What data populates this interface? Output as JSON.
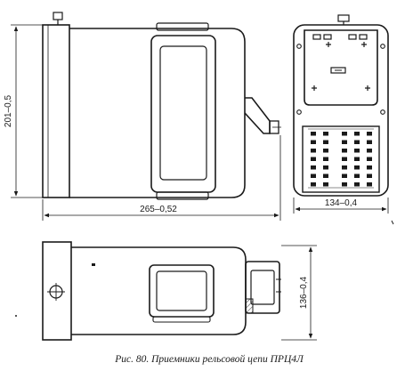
{
  "figure": {
    "caption": "Рис. 80. Приемники рельсовой цепи ПРЦ4Л"
  },
  "dimensions": {
    "height_front": "201–0,5",
    "length_front": "265–0,52",
    "width_rear": "134–0,4",
    "depth_top": "136–0,4"
  }
}
